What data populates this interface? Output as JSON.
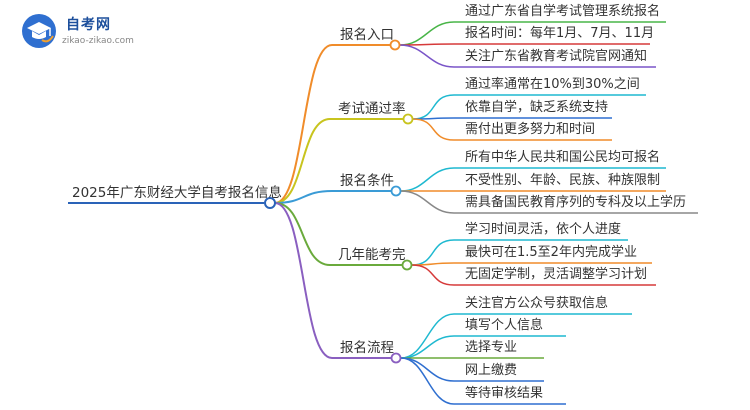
{
  "logo": {
    "title": "自考网",
    "subtitle": "zikao-zikao.com"
  },
  "root": {
    "label": "2025年广东财经大学自考报名信息"
  },
  "branches": [
    {
      "label": "报名入口",
      "color": "#f08c2a",
      "children": [
        "通过广东省自学考试管理系统报名",
        "报名时间：每年1月、7月、11月",
        "关注广东省教育考试院官网通知"
      ]
    },
    {
      "label": "考试通过率",
      "color": "#c8c41e",
      "children": [
        "通过率通常在10%到30%之间",
        "依靠自学，缺乏系统支持",
        "需付出更多努力和时间"
      ]
    },
    {
      "label": "报名条件",
      "color": "#3a9bd6",
      "children": [
        "所有中华人民共和国公民均可报名",
        "不受性别、年龄、民族、种族限制",
        "需具备国民教育序列的专科及以上学历"
      ]
    },
    {
      "label": "几年能考完",
      "color": "#6aaa3c",
      "children": [
        "学习时间灵活，依个人进度",
        "最快可在1.5至2年内完成学业",
        "无固定学制，灵活调整学习计划"
      ]
    },
    {
      "label": "报名流程",
      "color": "#8a5fc0",
      "children": [
        "关注官方公众号获取信息",
        "填写个人信息",
        "选择专业",
        "网上缴费",
        "等待审核结果"
      ]
    }
  ],
  "child_colors": [
    [
      "#49b548",
      "#d63a3a",
      "#7a55c8"
    ],
    [
      "#1fb9d0",
      "#2f6fd0",
      "#f08c2a"
    ],
    [
      "#1fb9d0",
      "#f08c2a",
      "#888888"
    ],
    [
      "#1fb9d0",
      "#f08c2a",
      "#d63a3a"
    ],
    [
      "#1fb9d0",
      "#1fb9d0",
      "#6aaa3c",
      "#2f6fd0",
      "#2f6fd0"
    ]
  ],
  "root_color": "#2a63b8"
}
